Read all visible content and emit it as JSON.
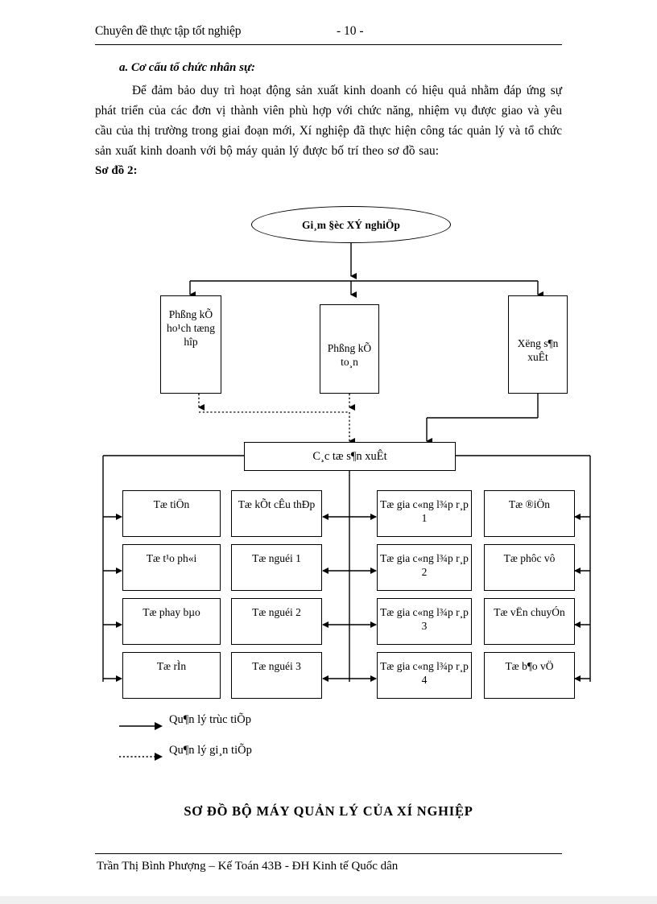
{
  "header": {
    "title": "Chuyên đề thực tập tốt nghiệp",
    "page_number": "- 10 -"
  },
  "body": {
    "section_heading": "a. Cơ cấu tổ chức nhân sự:",
    "paragraph": "Để đảm bảo duy trì hoạt động sản xuất kinh doanh có hiệu quả nhằm đáp ứng sự phát triển của các đơn vị thành viên phù hợp với chức năng, nhiệm vụ được giao và yêu cầu của thị trường trong giai đoạn mới, Xí nghiệp đã thực hiện công tác quản lý và tổ chức sản xuất kinh doanh với bộ máy quản lý được bố trí theo sơ đồ sau:",
    "diagram_label": "Sơ đồ 2:"
  },
  "diagram": {
    "root": "Gi¸m §èc XÝ nghiÖp",
    "departments": [
      "Phßng kÕ ho¹ch tæng hîp",
      "Phßng kÕ to¸n",
      "Xëng s¶n xuÊt"
    ],
    "hub": "C¸c tæ s¶n xuÊt",
    "columns": [
      {
        "cells": [
          "Tæ tiÖn",
          "Tæ t¹o ph«i",
          "Tæ phay bµo",
          "Tæ rÌn"
        ]
      },
      {
        "cells": [
          "Tæ kÕt cÊu thÐp",
          "Tæ nguéi 1",
          "Tæ nguéi 2",
          "Tæ nguéi 3"
        ]
      },
      {
        "cells": [
          "Tæ gia c«ng l¾p r¸p 1",
          "Tæ gia c«ng l¾p r¸p 2",
          "Tæ gia c«ng l¾p r¸p 3",
          "Tæ gia c«ng l¾p r¸p 4"
        ]
      },
      {
        "cells": [
          "Tæ ®iÖn",
          "Tæ phôc vô",
          "Tæ vËn chuyÓn",
          "Tæ b¶o vÖ"
        ]
      }
    ],
    "legend": [
      {
        "style": "solid",
        "label": "Qu¶n lý trùc tiÕp"
      },
      {
        "style": "dotted",
        "label": "Qu¶n lý gi¸n tiÕp"
      }
    ]
  },
  "caption": "SƠ ĐỒ BỘ MÁY QUẢN LÝ CỦA XÍ NGHIỆP",
  "footer": {
    "text": "Trần Thị Bình Phượng – Kế Toán 43B - ĐH Kinh tế Quốc dân"
  },
  "colors": {
    "ink": "#000000",
    "paper": "#ffffff"
  }
}
